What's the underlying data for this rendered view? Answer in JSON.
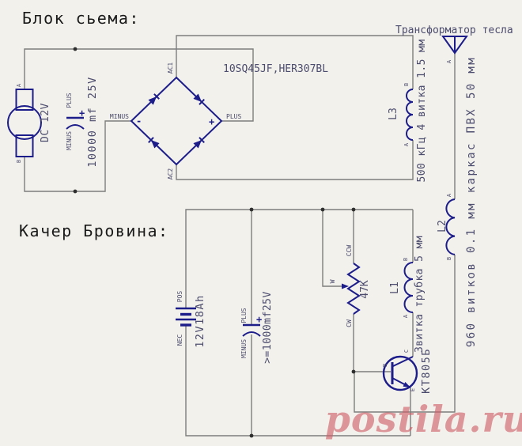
{
  "title_top": "Блок сьема:",
  "title_bottom": "Качер Бровина:",
  "tesla_label": "Трансформатор тесла",
  "watermark": "postila.ru",
  "colors": {
    "background": "#f2f1ec",
    "wire": "#7d7d7d",
    "component": "#1c1c8a",
    "label": "#4c4c6e",
    "title": "#1a1a1a",
    "watermark": "#cf5f68"
  },
  "top_block": {
    "motor": {
      "label": "DC 12V",
      "a": "A",
      "b": "B"
    },
    "cap1": {
      "value": "10000 mf 25V",
      "plus": "PLUS",
      "minus": "MINUS",
      "sign": "+"
    },
    "bridge": {
      "part": "10SQ45JF,HER307BL",
      "ac1": "AC1",
      "ac2": "AC2",
      "minus": "MINUS",
      "plus": "PLUS",
      "minus_sign": "-",
      "plus_sign": "+"
    },
    "l3": {
      "name": "L3",
      "a": "A",
      "b": "B",
      "value": "500 кГц 4 витка 1.5 мм"
    }
  },
  "tesla": {
    "antenna_a": "A",
    "l2": {
      "name": "L2",
      "a": "A",
      "b": "B",
      "value": "960 витков 0.1 мм каркас ПВХ 50 мм"
    }
  },
  "kacher": {
    "battery": {
      "value": "12V18Ah",
      "pos": "POS",
      "neg": "NEC"
    },
    "cap2": {
      "value": ">=1000mf25V",
      "plus": "PLUS",
      "minus": "MINUS",
      "sign": "+"
    },
    "pot": {
      "value": "47K",
      "ccw": "CCW",
      "cw": "CW",
      "w": "W"
    },
    "l1": {
      "name": "L1",
      "a": "A",
      "b": "B",
      "value": "3витка трубка 5 мм"
    },
    "transistor": {
      "part": "КТ805Б",
      "b": "B",
      "c": "C",
      "e": "E"
    }
  }
}
